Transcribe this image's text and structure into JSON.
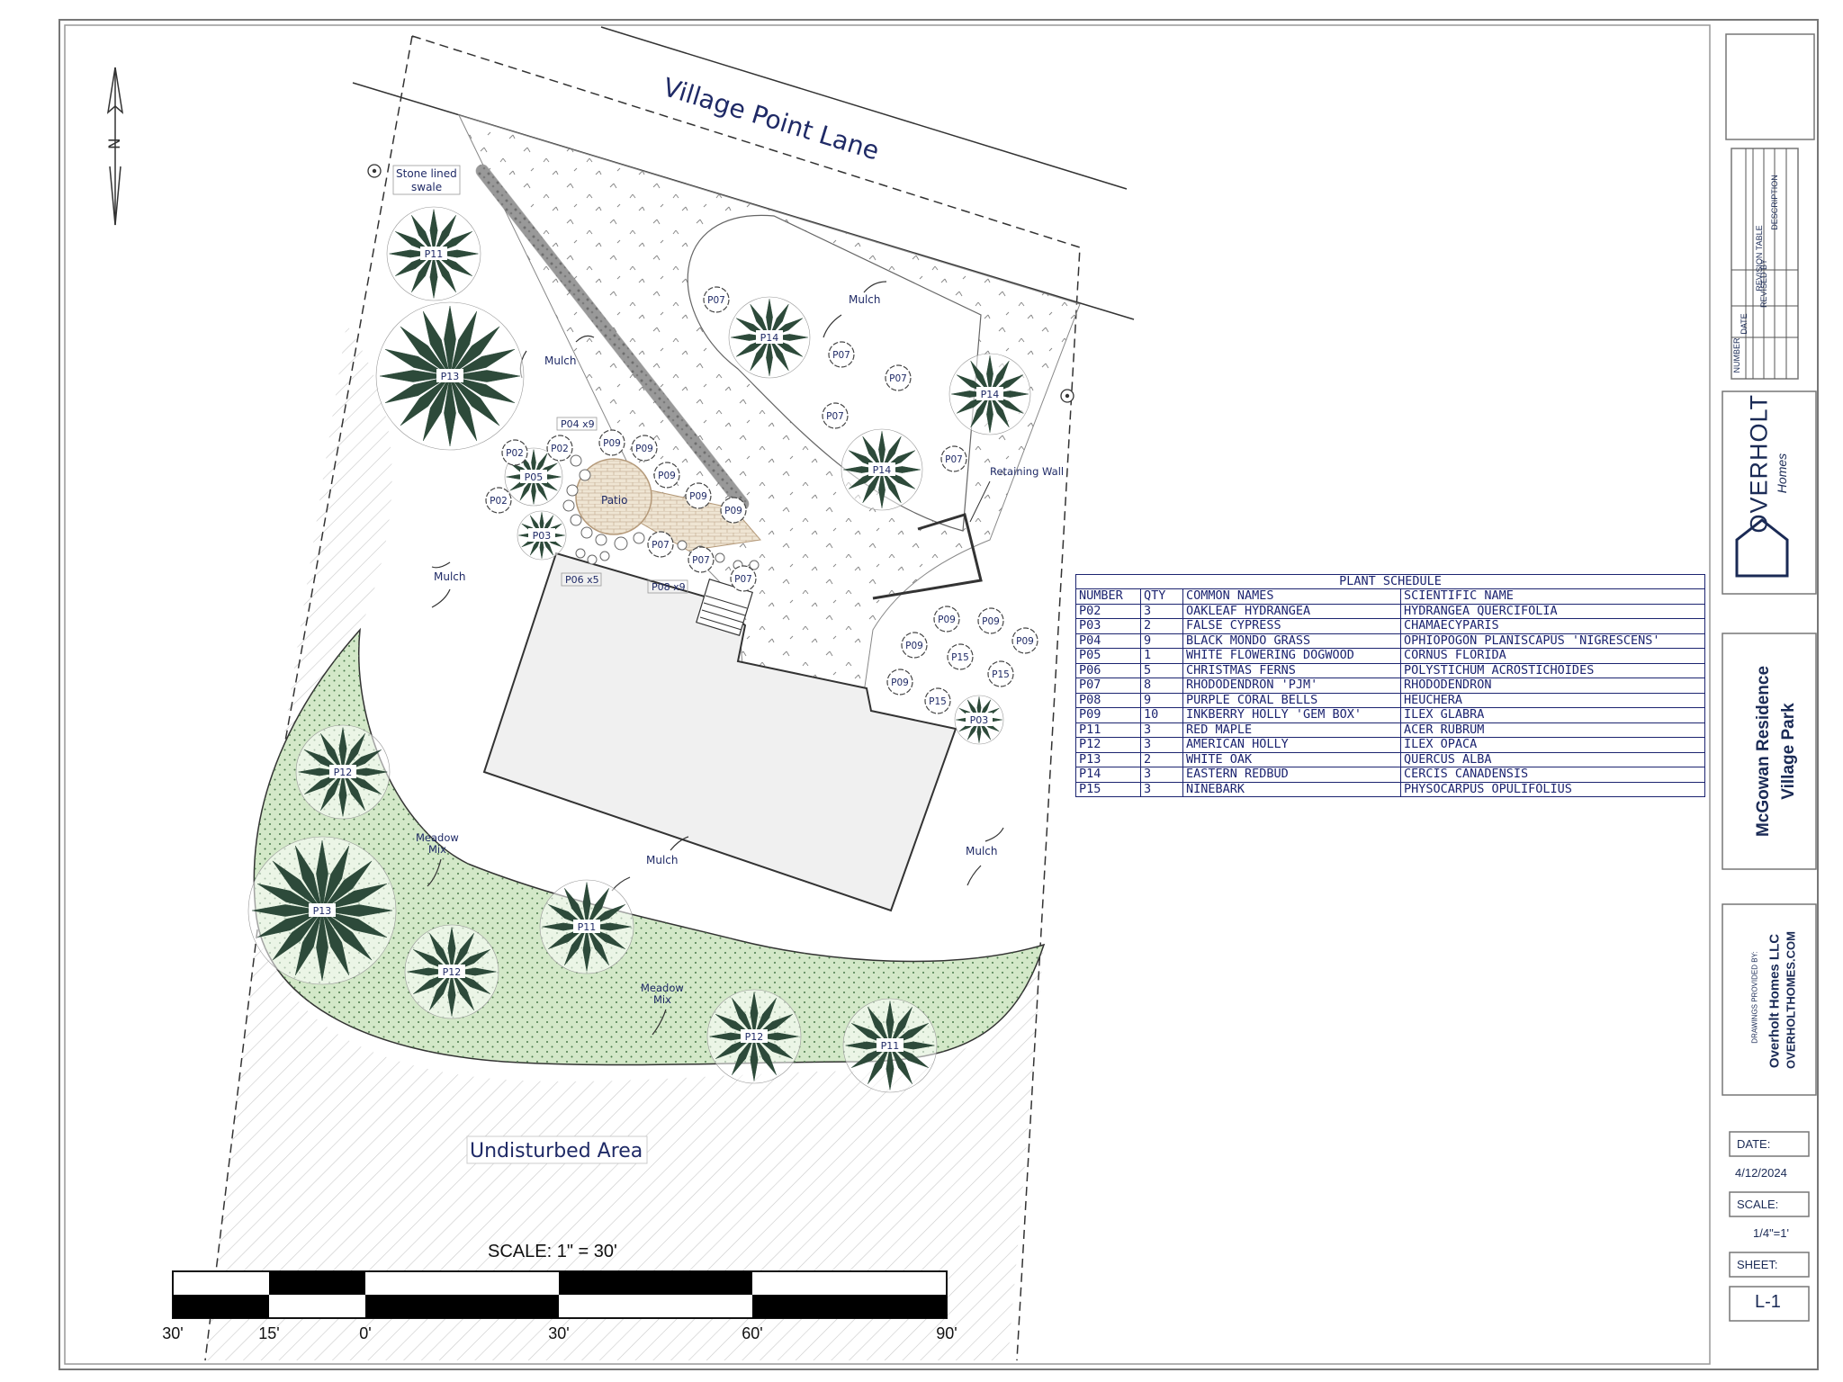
{
  "street_name": "Village Point Lane",
  "labels": {
    "swale": [
      "Stone lined",
      "swale"
    ],
    "mulch": "Mulch",
    "patio": "Patio",
    "retaining_wall": "Retaining Wall",
    "meadow_mix": [
      "Meadow",
      "Mix"
    ],
    "undisturbed": "Undisturbed Area",
    "p04_callout": "P04 x9",
    "p06_callout": "P06 x5",
    "p08_callout": "P08 x9"
  },
  "plants": {
    "trees": [
      {
        "tag": "P11"
      },
      {
        "tag": "P13"
      },
      {
        "tag": "P14"
      },
      {
        "tag": "P14"
      },
      {
        "tag": "P14"
      },
      {
        "tag": "P05"
      },
      {
        "tag": "P03"
      },
      {
        "tag": "P03"
      },
      {
        "tag": "P12"
      },
      {
        "tag": "P13"
      },
      {
        "tag": "P12"
      },
      {
        "tag": "P11"
      },
      {
        "tag": "P12"
      },
      {
        "tag": "P11"
      }
    ],
    "shrubs": [
      {
        "tag": "P07"
      },
      {
        "tag": "P07"
      },
      {
        "tag": "P07"
      },
      {
        "tag": "P07"
      },
      {
        "tag": "P07"
      },
      {
        "tag": "P07"
      },
      {
        "tag": "P07"
      },
      {
        "tag": "P07"
      },
      {
        "tag": "P02"
      },
      {
        "tag": "P02"
      },
      {
        "tag": "P02"
      },
      {
        "tag": "P09"
      },
      {
        "tag": "P09"
      },
      {
        "tag": "P09"
      },
      {
        "tag": "P09"
      },
      {
        "tag": "P09"
      },
      {
        "tag": "P09"
      },
      {
        "tag": "P09"
      },
      {
        "tag": "P09"
      },
      {
        "tag": "P09"
      },
      {
        "tag": "P09"
      },
      {
        "tag": "P15"
      },
      {
        "tag": "P15"
      },
      {
        "tag": "P15"
      }
    ]
  },
  "schedule": {
    "title": "PLANT SCHEDULE",
    "headers": [
      "NUMBER",
      "QTY",
      "COMMON NAMES",
      "SCIENTIFIC NAME"
    ],
    "rows": [
      [
        "P02",
        "3",
        "OAKLEAF HYDRANGEA",
        "HYDRANGEA QUERCIFOLIA"
      ],
      [
        "P03",
        "2",
        "FALSE CYPRESS",
        "CHAMAECYPARIS"
      ],
      [
        "P04",
        "9",
        "BLACK MONDO GRASS",
        "OPHIOPOGON PLANISCAPUS 'NIGRESCENS'"
      ],
      [
        "P05",
        "1",
        "WHITE FLOWERING DOGWOOD",
        "CORNUS FLORIDA"
      ],
      [
        "P06",
        "5",
        "CHRISTMAS FERNS",
        "POLYSTICHUM ACROSTICHOIDES"
      ],
      [
        "P07",
        "8",
        "RHODODENDRON 'PJM'",
        "RHODODENDRON"
      ],
      [
        "P08",
        "9",
        "PURPLE CORAL BELLS",
        "HEUCHERA"
      ],
      [
        "P09",
        "10",
        "INKBERRY HOLLY 'GEM BOX'",
        "ILEX GLABRA"
      ],
      [
        "P11",
        "3",
        "RED MAPLE",
        "ACER RUBRUM"
      ],
      [
        "P12",
        "3",
        "AMERICAN HOLLY",
        "ILEX OPACA"
      ],
      [
        "P13",
        "2",
        "WHITE OAK",
        "QUERCUS ALBA"
      ],
      [
        "P14",
        "3",
        "EASTERN REDBUD",
        "CERCIS CANADENSIS"
      ],
      [
        "P15",
        "3",
        "NINEBARK",
        "PHYSOCARPUS OPULIFOLIUS"
      ]
    ]
  },
  "scale_bar": {
    "title": "SCALE: 1\" = 30'",
    "ticks": [
      "30'",
      "15'",
      "0'",
      "30'",
      "60'",
      "90'"
    ]
  },
  "north_arrow": {
    "letter": "N"
  },
  "title_block": {
    "revision_headers": [
      "NUMBER",
      "DATE",
      "REVISED BY",
      "DESCRIPTION"
    ],
    "revision_title": "REVISION TABLE",
    "logo_name": "OVERHOLT",
    "logo_sub": "Homes",
    "project_line1": "McGowan Residence",
    "project_line2": "Village Park",
    "drawings_by": "DRAWINGS PROVIDED BY:",
    "company": "Overholt Homes LLC",
    "website": "OVERHOLTHOMES.COM",
    "date_label": "DATE:",
    "date_value": "4/12/2024",
    "scale_label": "SCALE:",
    "scale_value": "1/4\"=1'",
    "sheet_label": "SHEET:",
    "sheet_value": "L-1"
  },
  "colors": {
    "ink": "#1f2a66",
    "meadow": "#d3e8c8",
    "plant": "#2d4a3a"
  }
}
